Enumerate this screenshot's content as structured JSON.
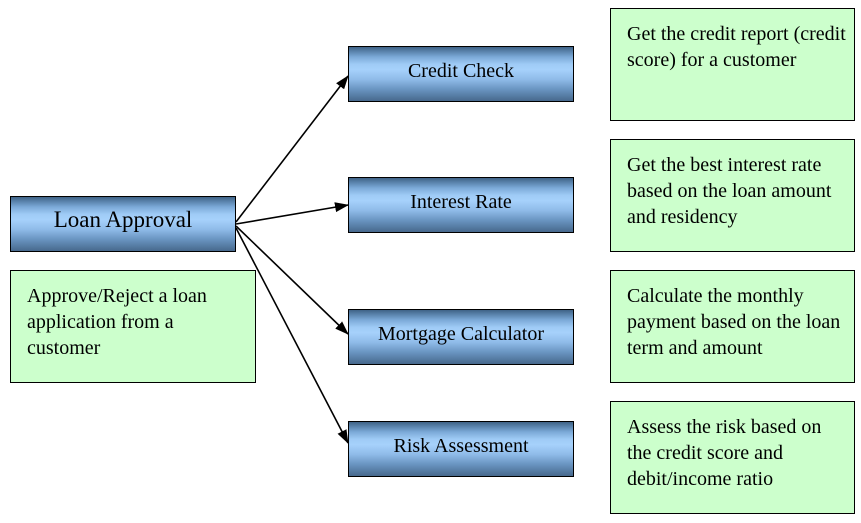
{
  "diagram": {
    "main_service": {
      "label": "Loan Approval",
      "description": "Approve/Reject a loan application from a customer"
    },
    "sub_services": [
      {
        "label": "Credit Check",
        "description": "Get the credit report (credit score) for a customer"
      },
      {
        "label": "Interest Rate",
        "description": "Get the best interest rate based on the loan amount and residency"
      },
      {
        "label": "Mortgage Calculator",
        "description": "Calculate the monthly payment based on the loan term and amount"
      },
      {
        "label": "Risk Assessment",
        "description": "Assess the risk based on the credit score and debit/income ratio"
      }
    ],
    "colors": {
      "service_box": "#8fbbe8",
      "note_box": "#ccffcc",
      "line": "#000000"
    }
  }
}
